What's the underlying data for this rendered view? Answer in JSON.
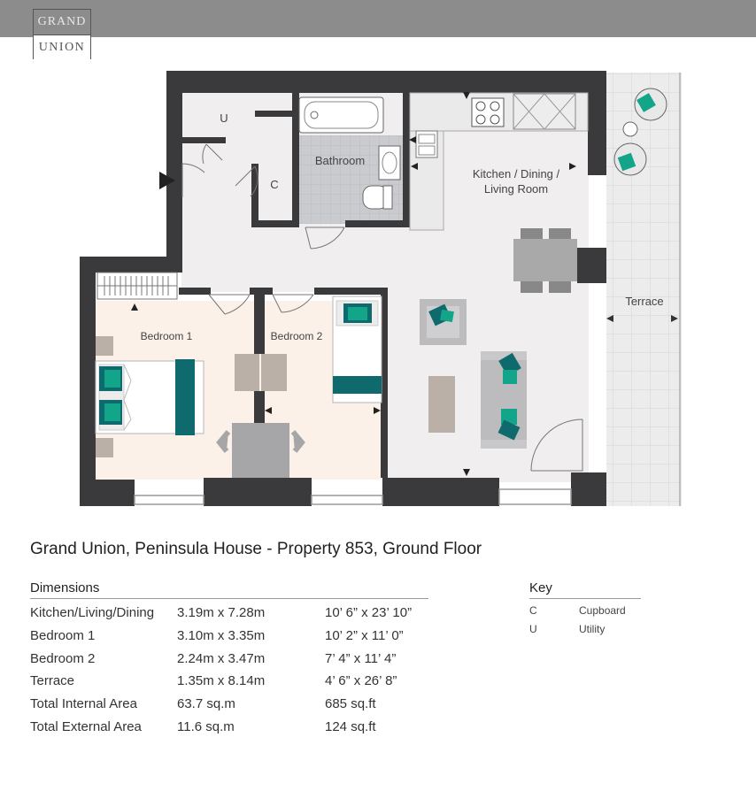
{
  "brand": {
    "line1": "GRAND",
    "line2": "UNION"
  },
  "title": "Grand Union, Peninsula House - Property 853, Ground Floor",
  "dimensions": {
    "heading": "Dimensions",
    "rows": [
      {
        "room": "Kitchen/Living/Dining",
        "metric": "3.19m x 7.28m",
        "imperial": "10’ 6” x 23’ 10”"
      },
      {
        "room": "Bedroom 1",
        "metric": "3.10m x 3.35m",
        "imperial": "10’ 2” x 11’ 0”"
      },
      {
        "room": "Bedroom 2",
        "metric": "2.24m x 3.47m",
        "imperial": "7’ 4” x 11’ 4”"
      },
      {
        "room": "Terrace",
        "metric": "1.35m x 8.14m",
        "imperial": "4’ 6” x 26’ 8”"
      },
      {
        "room": "Total Internal Area",
        "metric": "63.7 sq.m",
        "imperial": "685 sq.ft"
      },
      {
        "room": "Total External Area",
        "metric": "11.6 sq.m",
        "imperial": "124 sq.ft"
      }
    ]
  },
  "key": {
    "heading": "Key",
    "items": [
      {
        "code": "C",
        "meaning": "Cupboard"
      },
      {
        "code": "U",
        "meaning": "Utility"
      }
    ]
  },
  "plan": {
    "labels": {
      "utility": "U",
      "cupboard": "C",
      "bathroom": "Bathroom",
      "kitchen_line1": "Kitchen / Dining /",
      "kitchen_line2": "Living Room",
      "terrace": "Terrace",
      "bedroom1": "Bedroom 1",
      "bedroom2": "Bedroom 2"
    },
    "colors": {
      "wall": "#3a3a3c",
      "floor": "#f0eeee",
      "bedroom_floor": "#fbf1e8",
      "bathroom_floor": "#c9cbcf",
      "furniture": "#c2c2c4",
      "accent": "#0e6a6c",
      "terrace_tile": "#e4e4e4"
    }
  }
}
